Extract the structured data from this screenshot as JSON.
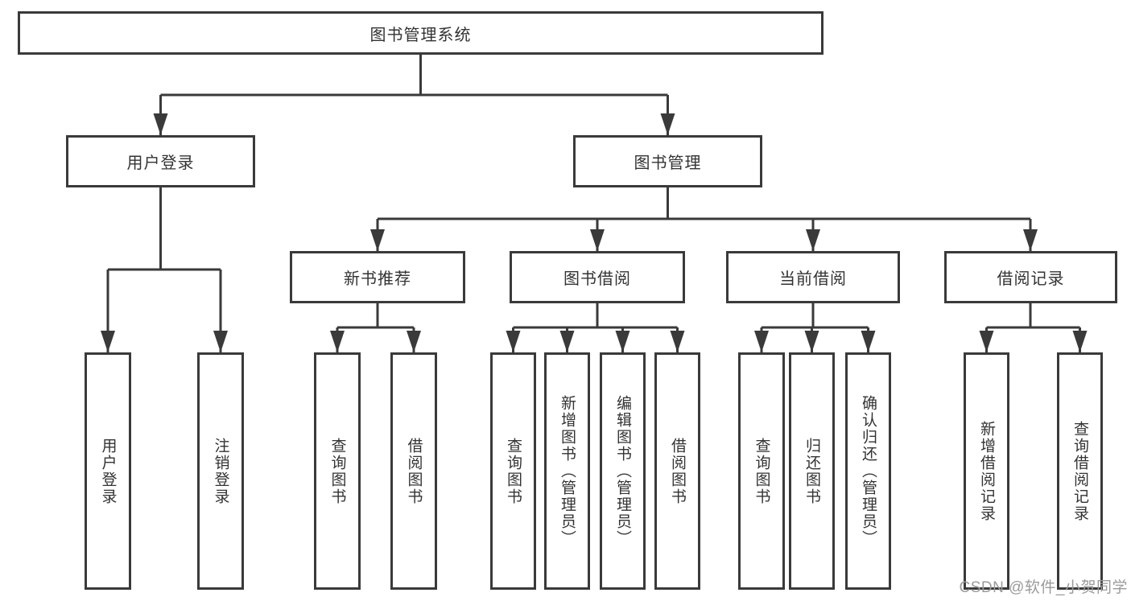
{
  "tree": {
    "label": "图书管理系统",
    "children": [
      {
        "label": "用户登录",
        "children": [
          {
            "label": "用户登录"
          },
          {
            "label": "注销登录"
          }
        ]
      },
      {
        "label": "图书管理",
        "children": [
          {
            "label": "新书推荐",
            "children": [
              {
                "label": "查询图书"
              },
              {
                "label": "借阅图书"
              }
            ]
          },
          {
            "label": "图书借阅",
            "children": [
              {
                "label": "查询图书"
              },
              {
                "label": "新增图书（管理员）"
              },
              {
                "label": "编辑图书（管理员）"
              },
              {
                "label": "借阅图书"
              }
            ]
          },
          {
            "label": "当前借阅",
            "children": [
              {
                "label": "查询图书"
              },
              {
                "label": "归还图书"
              },
              {
                "label": "确认归还（管理员）"
              }
            ]
          },
          {
            "label": "借阅记录",
            "children": [
              {
                "label": "新增借阅记录"
              },
              {
                "label": "查询借阅记录"
              }
            ]
          }
        ]
      }
    ]
  },
  "colors": {
    "line": "#3a3a3a",
    "text": "#333333",
    "watermark": "#9b9b9b"
  },
  "watermark": "CSDN @软件_小贺同学"
}
